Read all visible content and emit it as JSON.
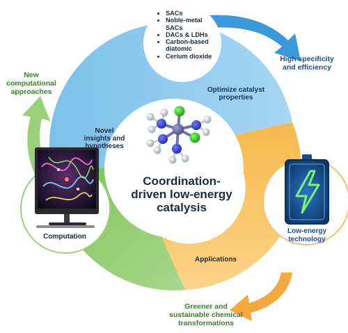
{
  "center": {
    "line1": "Coordination-",
    "line2": "driven low-energy",
    "line3": "catalysis"
  },
  "sacs_list": {
    "items": [
      "SACs",
      "Noble-metal SACs",
      "DACs & LDHs",
      "Carbon-based diatomic",
      "Cerium dioxide"
    ]
  },
  "labels": {
    "high_specificity": [
      "High specificity",
      "and efficiency"
    ],
    "optimize": [
      "Optimize catalyst",
      "properties"
    ],
    "new_computational": [
      "New",
      "computational",
      "approaches"
    ],
    "novel_insights": [
      "Novel",
      "insights and",
      "hypotheses"
    ],
    "computation": "Computation",
    "low_energy_tech": [
      "Low-energy",
      "technology"
    ],
    "applications": "Applications",
    "greener": [
      "Greener and",
      "sustainable chemical",
      "transformations"
    ]
  },
  "colors": {
    "ring_blue": "#8fc8ec",
    "ring_orange": "#f9c05a",
    "ring_green": "#8cc663",
    "arrow_blue": "#3a9ad9",
    "arrow_green": "#9bd07a",
    "arrow_orange": "#f3a93b",
    "battery_blue": "#1b4d8c",
    "bolt_green": "#7cf46a"
  },
  "icons": [
    "molecule-icon",
    "computer-monitor-icon",
    "battery-bolt-icon"
  ]
}
